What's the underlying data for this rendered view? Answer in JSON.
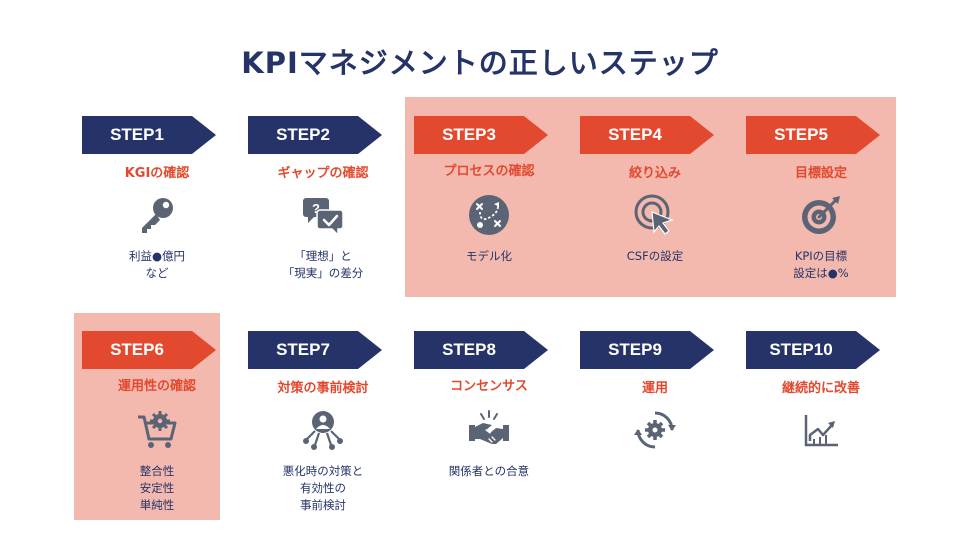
{
  "title": "KPIマネジメントの正しいステップ",
  "colors": {
    "navy": "#253368",
    "accent": "#e2492f",
    "highlight_bg": "#f4b9ae",
    "icon": "#5b6475"
  },
  "steps": [
    {
      "label": "STEP1",
      "title": "KGIの確認",
      "icon": "key-icon",
      "desc": [
        "利益●億円",
        "など"
      ],
      "highlighted": false
    },
    {
      "label": "STEP2",
      "title": "ギャップの確認",
      "icon": "question-check-chat-icon",
      "desc": [
        "「理想」と",
        "「現実」の差分"
      ],
      "highlighted": false
    },
    {
      "label": "STEP3",
      "title": "プロセスの確認",
      "icon": "process-path-icon",
      "desc": [
        "モデル化"
      ],
      "highlighted": true
    },
    {
      "label": "STEP4",
      "title": "絞り込み",
      "icon": "target-cursor-icon",
      "desc": [
        "CSFの設定"
      ],
      "highlighted": true
    },
    {
      "label": "STEP5",
      "title": "目標設定",
      "icon": "bullseye-arrow-icon",
      "desc": [
        "KPIの目標",
        "設定は●%"
      ],
      "highlighted": true
    },
    {
      "label": "STEP6",
      "title": "運用性の確認",
      "icon": "cart-gear-icon",
      "desc": [
        "整合性",
        "安定性",
        "単純性"
      ],
      "highlighted": true
    },
    {
      "label": "STEP7",
      "title": "対策の事前検討",
      "icon": "person-network-icon",
      "desc": [
        "悪化時の対策と",
        "有効性の",
        "事前検討"
      ],
      "highlighted": false
    },
    {
      "label": "STEP8",
      "title": "コンセンサス",
      "icon": "handshake-icon",
      "desc": [
        "関係者との合意"
      ],
      "highlighted": false
    },
    {
      "label": "STEP9",
      "title": "運用",
      "icon": "gear-cycle-icon",
      "desc": [],
      "highlighted": false
    },
    {
      "label": "STEP10",
      "title": "継続的に改善",
      "icon": "growth-chart-icon",
      "desc": [],
      "highlighted": false
    }
  ]
}
